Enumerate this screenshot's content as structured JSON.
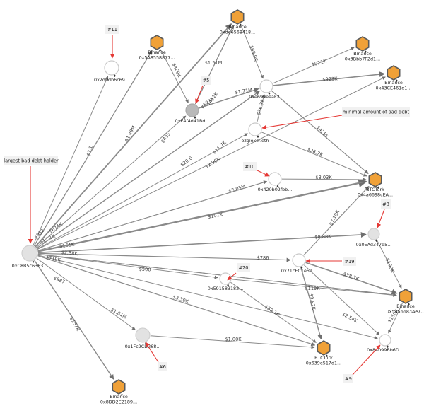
{
  "nodes": {
    "hub": {
      "label": "0xC8B5c6363..."
    },
    "w11": {
      "label": "0x2d0db6c69..."
    },
    "binance_5a": {
      "label": "Binance\n0x5A8558877..."
    },
    "binance_de": {
      "label": "Binance\n0xde6568418..."
    },
    "w5": {
      "label": "0xE4f4d41Bd..."
    },
    "hub2": {
      "label": "0xe699eeaF2..."
    },
    "binance_3b": {
      "label": "Binance\n0x3Bbb7F2d1..."
    },
    "binance_43": {
      "label": "Binance\n0x43CE461d1..."
    },
    "ozgioker": {
      "label": "ozgioker.eth"
    },
    "w10": {
      "label": "0x420b02fbb..."
    },
    "btcturk_4a": {
      "label": "BTCTurk\n0x4a6698cEA..."
    },
    "w8": {
      "label": "0x0EAd347d5..."
    },
    "w19": {
      "label": "0x71cEC1e51..."
    },
    "w20": {
      "label": "0x591583182..."
    },
    "binance_56": {
      "label": "Binance\n0x5456683Ae7..."
    },
    "w6": {
      "label": "0x1Fc9CD268..."
    },
    "btcturk_63": {
      "label": "BTCTurk\n0x639e517d1..."
    },
    "w9": {
      "label": "0x84099Bb6D..."
    },
    "binance_8d": {
      "label": "Binance\n0x8DD2E2189..."
    }
  },
  "edges": [
    {
      "label": "$3.1"
    },
    {
      "label": "$1.49M"
    },
    {
      "label": "$435"
    },
    {
      "label": "$11.7K"
    },
    {
      "label": "$20.0"
    },
    {
      "label": "$2.98K"
    },
    {
      "label": "$3.05M"
    },
    {
      "label": "$101K"
    },
    {
      "label": "$8.88K"
    },
    {
      "label": "$786"
    },
    {
      "label": "$500"
    },
    {
      "label": "$3.30K"
    },
    {
      "label": "$1.81M"
    },
    {
      "label": "$157K"
    },
    {
      "label": "$987"
    },
    {
      "label": "$2.58K"
    },
    {
      "label": "$719K"
    },
    {
      "label": "$161K"
    },
    {
      "label": "$17.1K"
    },
    {
      "label": "$674K"
    },
    {
      "label": "$952"
    },
    {
      "label": "$1.51M"
    },
    {
      "label": "$469K"
    },
    {
      "label": "$234"
    },
    {
      "label": "$1.71M"
    },
    {
      "label": "$452K"
    },
    {
      "label": "$69.9K"
    },
    {
      "label": "$921K"
    },
    {
      "label": "$923K"
    },
    {
      "label": "$36.7K"
    },
    {
      "label": "$425K"
    },
    {
      "label": "$28.7K"
    },
    {
      "label": "$3.03K"
    },
    {
      "label": "$7.19K"
    },
    {
      "label": "$100K"
    },
    {
      "label": "$38.7K"
    },
    {
      "label": "$119K"
    },
    {
      "label": "$9.82K"
    },
    {
      "label": "$59.1K"
    },
    {
      "label": "$2.54K"
    },
    {
      "label": "$150K"
    },
    {
      "label": "$1.00K"
    }
  ],
  "annotations": {
    "n11": "#11",
    "n5": "#5",
    "minimal": "minimal amount of bad debt",
    "largest": "largest bad debt holder",
    "n10": "#10",
    "n8": "#8",
    "n19": "#19",
    "n20": "#20",
    "n6": "#6",
    "n9": "#9"
  },
  "colors": {
    "exchange_fill": "#f0a138",
    "exchange_stroke": "#5a5a5a",
    "edge": "#8a8a8a",
    "annotation_arrow": "#e53935",
    "callout_bg": "#f1f1f1"
  },
  "icons": {
    "exchange": "hexagon-exchange-icon",
    "wallet": "wallet-circle-icon"
  }
}
